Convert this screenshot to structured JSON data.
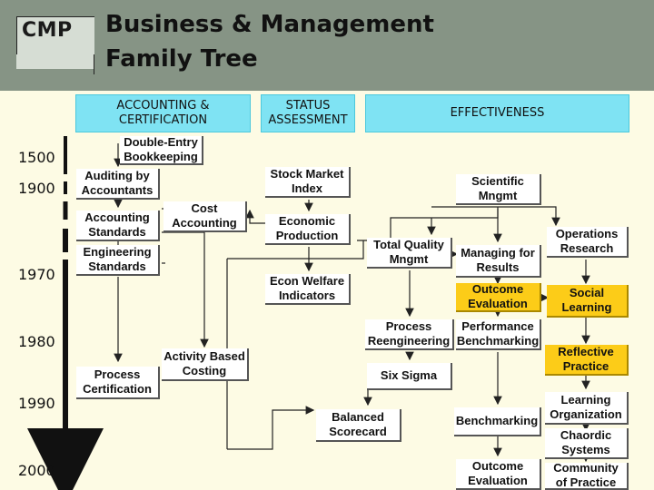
{
  "header": {
    "logo": "CMP",
    "title": "Business & Management\nFamily Tree"
  },
  "columns": {
    "accounting": "ACCOUNTING &\nCERTIFICATION",
    "status": "STATUS\nASSESSMENT",
    "effectiveness": "EFFECTIVENESS"
  },
  "timeline": {
    "years": [
      "1500",
      "1900",
      "1970",
      "1980",
      "1990",
      "2000"
    ]
  },
  "nodes": {
    "double_entry": "Double-Entry\nBookkeeping",
    "auditing": "Auditing by\nAccountants",
    "cost_accounting": "Cost\nAccounting",
    "accounting_standards": "Accounting\nStandards",
    "engineering_standards": "Engineering\nStandards",
    "process_certification": "Process\nCertification",
    "activity_based_costing": "Activity Based\nCosting",
    "stock_market_index": "Stock Market\nIndex",
    "economic_production": "Economic\nProduction",
    "econ_welfare": "Econ Welfare\nIndicators",
    "scientific_mngmt": "Scientific\nMngmt",
    "total_quality": "Total Quality\nMngmt",
    "managing_for_results": "Managing for\nResults",
    "operations_research": "Operations\nResearch",
    "outcome_evaluation_1": "Outcome\nEvaluation",
    "social_learning": "Social\nLearning",
    "process_reengineering": "Process\nReengineering",
    "performance_benchmarking": "Performance\nBenchmarking",
    "reflective_practice": "Reflective\nPractice",
    "six_sigma": "Six Sigma",
    "balanced_scorecard": "Balanced\nScorecard",
    "benchmarking": "Benchmarking",
    "learning_organization": "Learning\nOrganization",
    "chaordic_systems": "Chaordic\nSystems",
    "outcome_evaluation_2": "Outcome\nEvaluation",
    "community_of_practice": "Community\nof Practice"
  },
  "colors": {
    "header_band": "#869485",
    "column_header": "#7fe3f3",
    "highlight": "#fccc18",
    "background": "#fdfbe4"
  }
}
